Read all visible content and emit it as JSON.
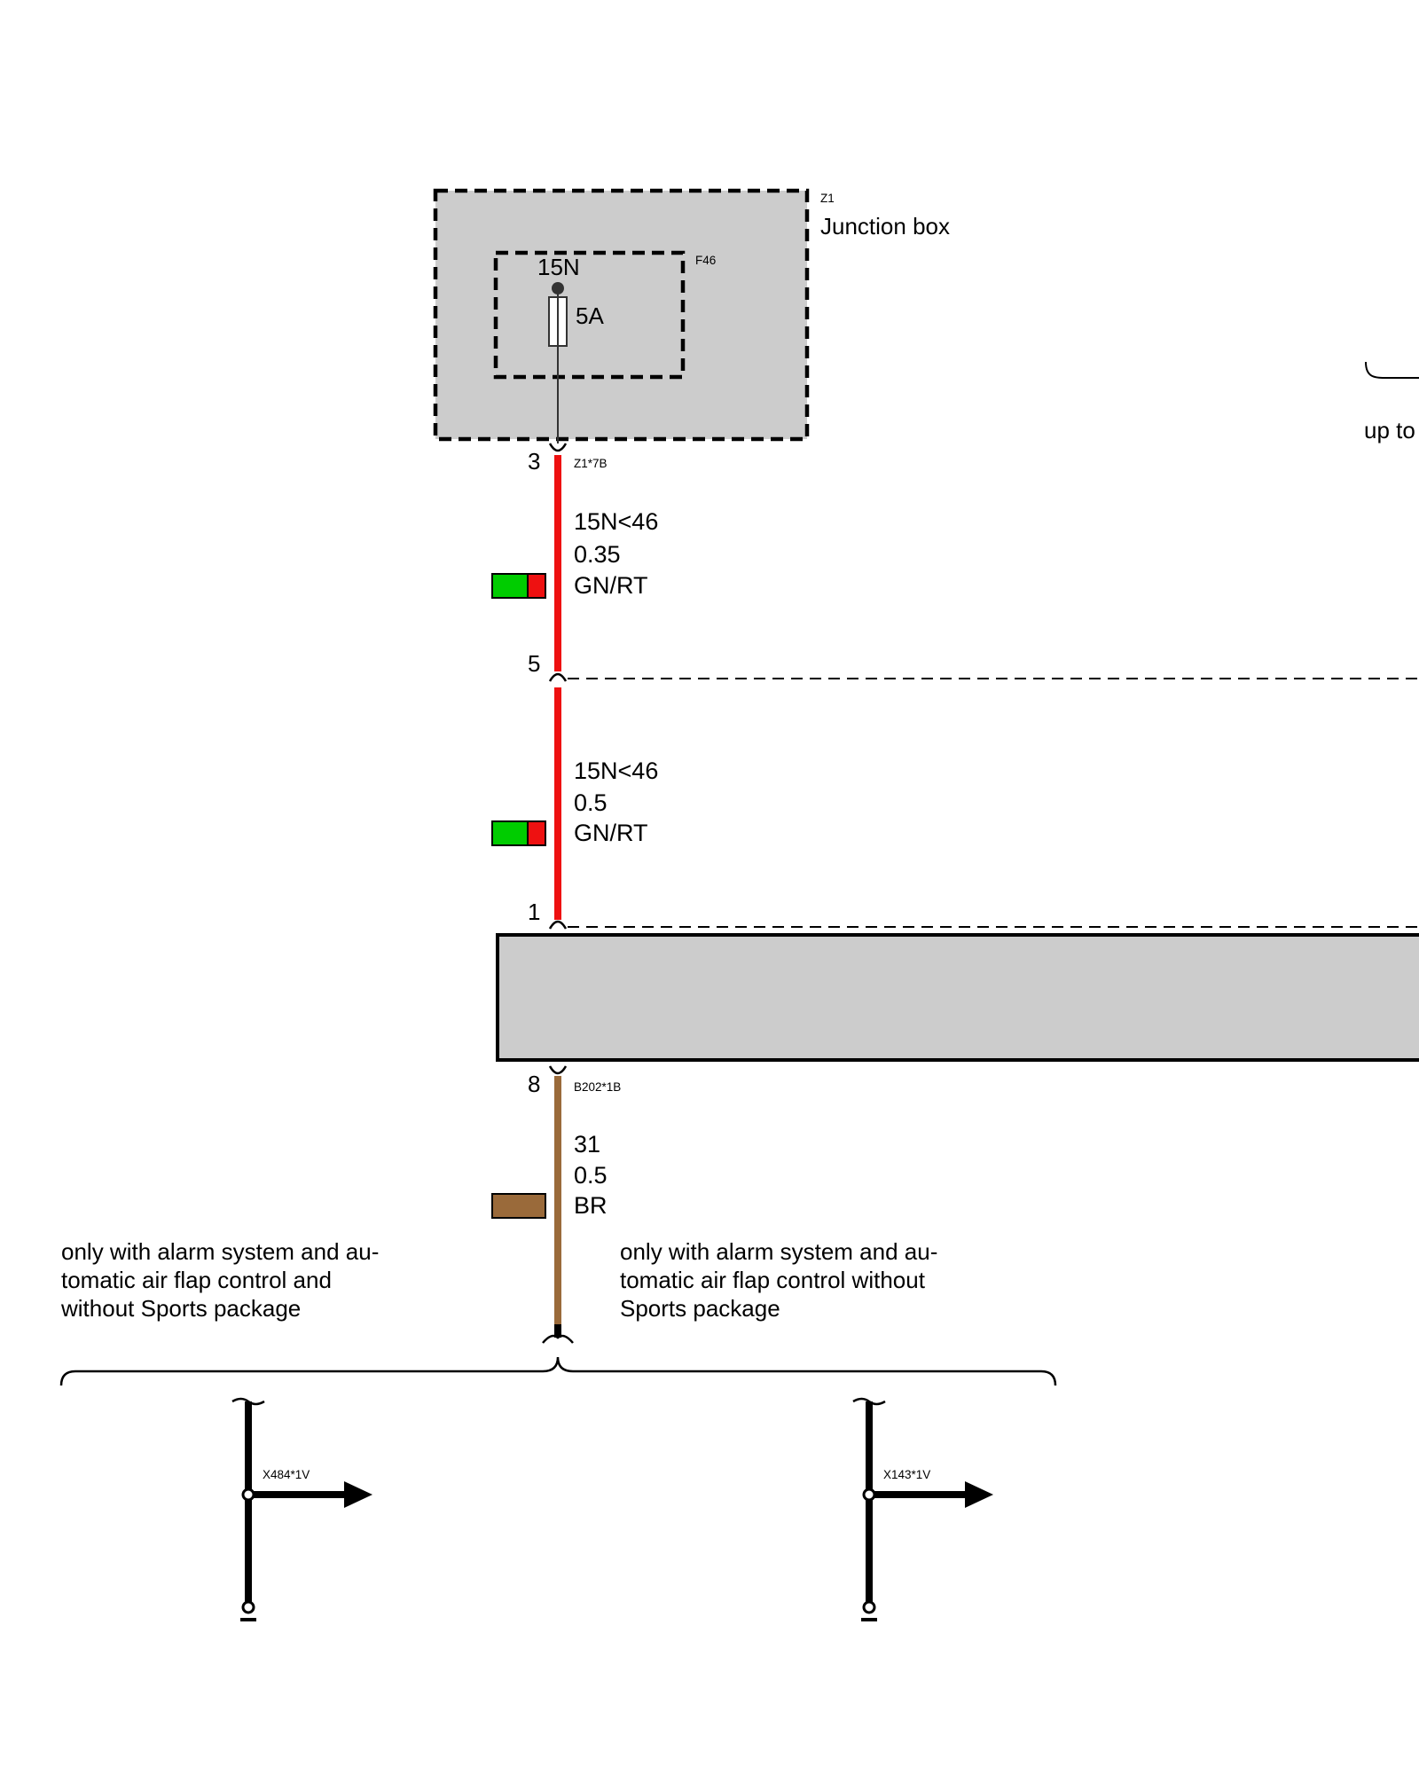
{
  "junction_box": {
    "id": "Z1",
    "label": "Junction box",
    "fuse_id": "F46",
    "fuse_terminal": "15N",
    "fuse_rating": "5A"
  },
  "offpage_right_text": "up to",
  "wire_1": {
    "from_pin": "3",
    "connector": "Z1*7B",
    "signal": "15N<46",
    "cross_section": "0.35",
    "color_code": "GN/RT",
    "colors": [
      "#00cc00",
      "#ee1111"
    ]
  },
  "wire_2": {
    "from_pin": "5",
    "signal": "15N<46",
    "cross_section": "0.5",
    "color_code": "GN/RT",
    "colors": [
      "#00cc00",
      "#ee1111"
    ]
  },
  "component": {
    "pin_in": "1",
    "pin_out": "8",
    "connector": "B202*1B"
  },
  "wire_3": {
    "signal": "31",
    "cross_section": "0.5",
    "color_code": "BR",
    "colors": [
      "#9a6a3a"
    ]
  },
  "notes": {
    "left": [
      "only with alarm system and au-",
      "tomatic air flap control and",
      "without Sports package"
    ],
    "right": [
      "only with alarm system and au-",
      "tomatic air flap control without",
      "Sports package"
    ]
  },
  "ground_points": [
    {
      "connector": "X484*1V"
    },
    {
      "connector": "X143*1V"
    }
  ],
  "colors": {
    "box_fill": "#cccccc",
    "wire_red": "#ee1111",
    "wire_brown": "#9a6a3a",
    "line": "#000000"
  }
}
